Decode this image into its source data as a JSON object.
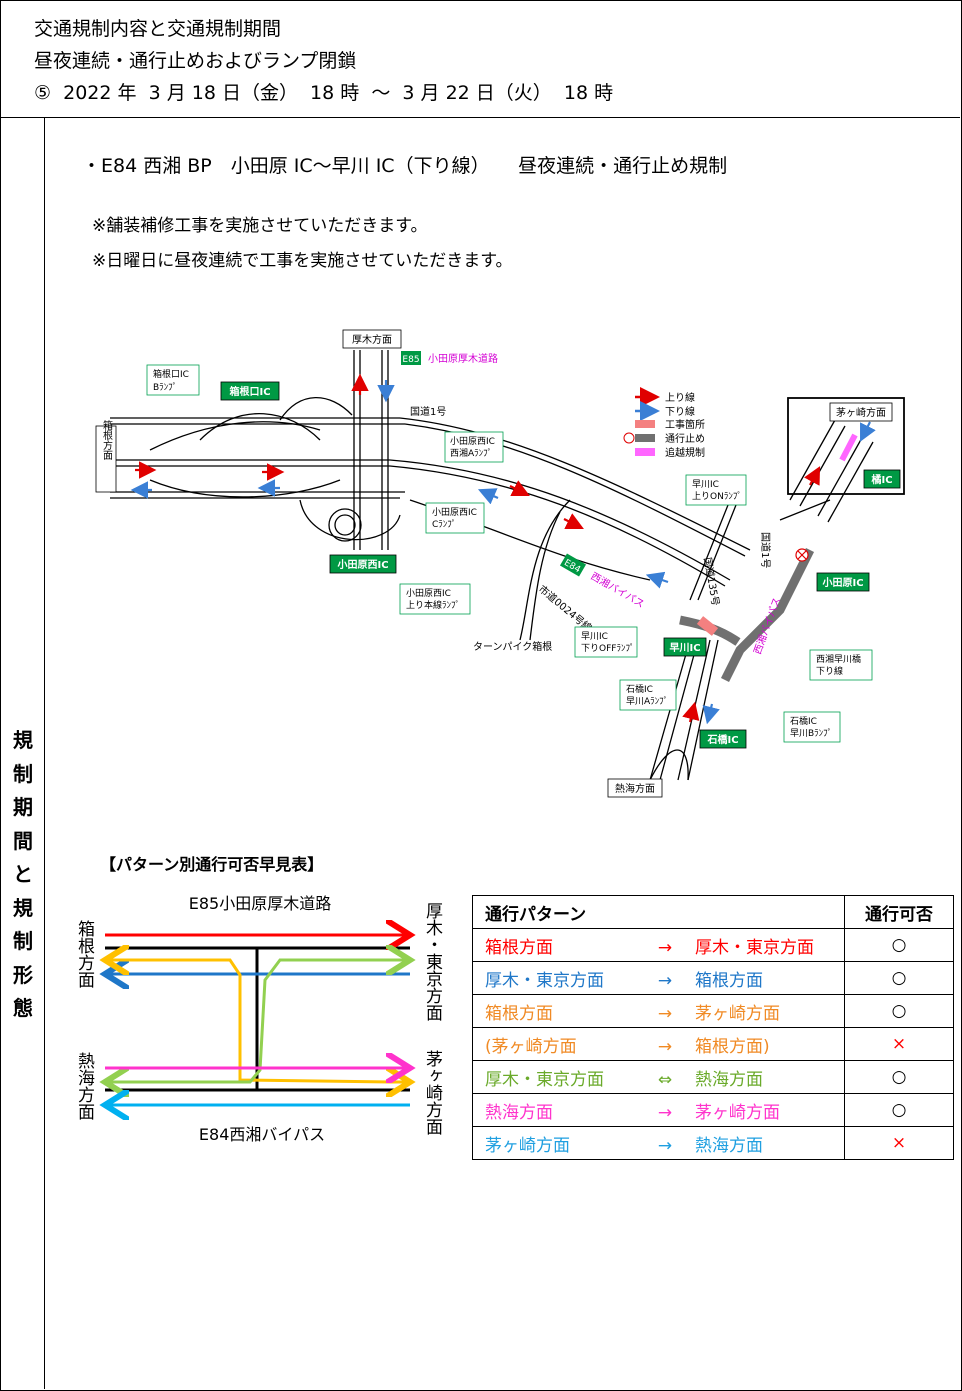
{
  "header": {
    "line1": "交通規制内容と交通規制期間",
    "line2": "昼夜連続・通行止めおよびランプ閉鎖",
    "line3": "⑤  2022 年  3 月 18 日（金）  18 時  ～  3 月 22 日（火）  18 時"
  },
  "sidebar": {
    "label": "規制期間と規制形態"
  },
  "content": {
    "heading": "・E84 西湘 BP　小田原 IC～早川 IC（下り線）　　昼夜連続・通行止め規制",
    "note1": "※舗装補修工事を実施させていただきます。",
    "note2": "※日曜日に昼夜連続で工事を実施させていただきます。"
  },
  "map": {
    "atsugi_dir": "厚木方面",
    "e85_tag": "E85",
    "e85_name": "小田原厚木道路",
    "hakoneguchi_b_1": "箱根口IC",
    "hakoneguchi_b_2": "Bﾗﾝﾌﾟ",
    "hakoneguchi_ic": "箱根口IC",
    "route1": "国道1号",
    "hakone_dir": "箱根方面",
    "odawaranishi_a_1": "小田原西IC",
    "odawaranishi_a_2": "西湘Aﾗﾝﾌﾟ",
    "odawaranishi_c_1": "小田原西IC",
    "odawaranishi_c_2": "Cﾗﾝﾌﾟ",
    "odawaranishi_ic": "小田原西IC",
    "odawaranishi_main_1": "小田原西IC",
    "odawaranishi_main_2": "上り本線ﾗﾝﾌﾟ",
    "legend": {
      "up": "上り線",
      "down": "下り線",
      "work": "工事箇所",
      "closed": "通行止め",
      "overtake": "追越規制",
      "up_color": "#e00000",
      "down_color": "#3a7fd5",
      "work_color": "#f48080",
      "closed_color": "#707070",
      "overtake_color": "#ff66ff"
    },
    "chigasaki_dir": "茅ヶ崎方面",
    "tachibana_ic": "橘IC",
    "hayakawa_on_1": "早川IC",
    "hayakawa_on_2": "上りONﾗﾝﾌﾟ",
    "route1b": "国道1号",
    "route135": "国道135号",
    "odawara_ic": "小田原IC",
    "e84_tag": "E84",
    "seisho_bypass": "西湘バイパス",
    "city_road": "市道0024号線",
    "turnpike": "ターンパイク箱根",
    "hayakawa_off_1": "早川IC",
    "hayakawa_off_2": "下りOFFﾗﾝﾌﾟ",
    "hayakawa_ic": "早川IC",
    "seisho_bridge_1": "西湘早川橋",
    "seisho_bridge_2": "下り線",
    "ishibashi_a_1": "石橋IC",
    "ishibashi_a_2": "早川Aﾗﾝﾌﾟ",
    "ishibashi_b_1": "石橋IC",
    "ishibashi_b_2": "早川Bﾗﾝﾌﾟ",
    "ishibashi_ic": "石橋IC",
    "atami_dir": "熱海方面"
  },
  "pattern_chart": {
    "title": "【パターン別通行可否早見表】",
    "e85": "E85小田原厚木道路",
    "e84": "E84西湘バイパス",
    "left_top": "箱根方面",
    "left_bottom": "熱海方面",
    "right_top": "厚木・東京方面",
    "right_bottom": "茅ヶ崎方面",
    "colors": {
      "red": "#ff0000",
      "orange": "#ffc000",
      "blue": "#1f77c8",
      "green": "#92d050",
      "magenta": "#ff33cc",
      "cyan": "#00b0f0"
    }
  },
  "table": {
    "header_pattern": "通行パターン",
    "header_ok": "通行可否",
    "rows": [
      {
        "from": "箱根方面",
        "arrow": "→",
        "to": "厚木・東京方面",
        "ok": "○",
        "from_color": "#ff0000",
        "to_color": "#ff0000",
        "arrow_color": "#ff0000",
        "ok_color": "#000000"
      },
      {
        "from": "厚木・東京方面",
        "arrow": "→",
        "to": "箱根方面",
        "ok": "○",
        "from_color": "#1f77c8",
        "to_color": "#1f77c8",
        "arrow_color": "#1f77c8",
        "ok_color": "#000000"
      },
      {
        "from": "箱根方面",
        "arrow": "→",
        "to": "茅ヶ崎方面",
        "ok": "○",
        "from_color": "#f08a24",
        "to_color": "#f08a24",
        "arrow_color": "#f08a24",
        "ok_color": "#000000"
      },
      {
        "from": "(茅ヶ崎方面",
        "arrow": "→",
        "to": "箱根方面)",
        "ok": "×",
        "from_color": "#f08a24",
        "to_color": "#f08a24",
        "arrow_color": "#f08a24",
        "ok_color": "#ff0000"
      },
      {
        "from": "厚木・東京方面",
        "arrow": "⇔",
        "to": "熱海方面",
        "ok": "○",
        "from_color": "#6aaa2a",
        "to_color": "#6aaa2a",
        "arrow_color": "#6aaa2a",
        "ok_color": "#000000"
      },
      {
        "from": "熱海方面",
        "arrow": "→",
        "to": "茅ヶ崎方面",
        "ok": "○",
        "from_color": "#ff33cc",
        "to_color": "#ff33cc",
        "arrow_color": "#ff33cc",
        "ok_color": "#000000"
      },
      {
        "from": "茅ヶ崎方面",
        "arrow": "→",
        "to": "熱海方面",
        "ok": "×",
        "from_color": "#1f9fe0",
        "to_color": "#1f9fe0",
        "arrow_color": "#1f9fe0",
        "ok_color": "#ff0000"
      }
    ]
  }
}
